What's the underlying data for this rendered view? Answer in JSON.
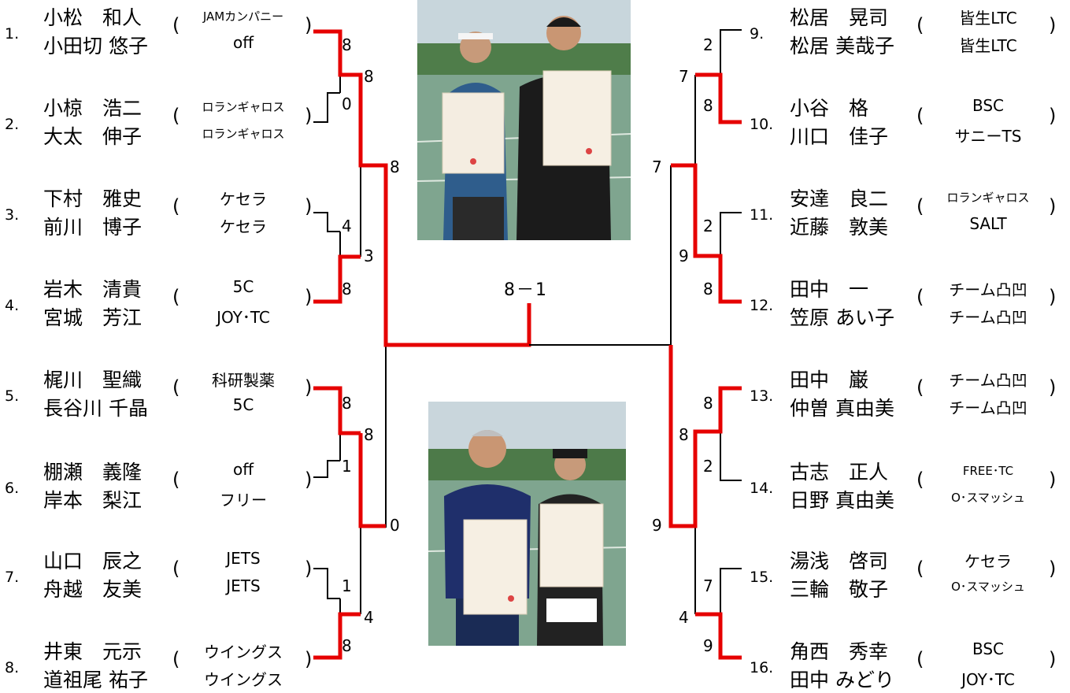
{
  "colors": {
    "winner_line": "#e60000",
    "line": "#000000"
  },
  "final_score": "8－1",
  "players": [
    {
      "seed": "1.",
      "name1": "小松　和人",
      "name2": "小田切 悠子",
      "club1": "JAMカンパニー",
      "club2": "off"
    },
    {
      "seed": "2.",
      "name1": "小椋　浩二",
      "name2": "大太　伸子",
      "club1": "ロランギャロス",
      "club2": "ロランギャロス"
    },
    {
      "seed": "3.",
      "name1": "下村　雅史",
      "name2": "前川　博子",
      "club1": "ケセラ",
      "club2": "ケセラ"
    },
    {
      "seed": "4.",
      "name1": "岩木　清貴",
      "name2": "宮城　芳江",
      "club1": "5C",
      "club2": "JOY･TC"
    },
    {
      "seed": "5.",
      "name1": "梶川　聖織",
      "name2": "長谷川 千晶",
      "club1": "科研製薬",
      "club2": "5C"
    },
    {
      "seed": "6.",
      "name1": "棚瀬　義隆",
      "name2": "岸本　梨江",
      "club1": "off",
      "club2": "フリー"
    },
    {
      "seed": "7.",
      "name1": "山口　辰之",
      "name2": "舟越　友美",
      "club1": "JETS",
      "club2": "JETS"
    },
    {
      "seed": "8.",
      "name1": "井東　元示",
      "name2": "道祖尾 祐子",
      "club1": "ウイングス",
      "club2": "ウイングス"
    },
    {
      "seed": "9.",
      "name1": "松居　晃司",
      "name2": "松居 美哉子",
      "club1": "皆生LTC",
      "club2": "皆生LTC"
    },
    {
      "seed": "10.",
      "name1": "小谷　格",
      "name2": "川口　佳子",
      "club1": "BSC",
      "club2": "サニーTS"
    },
    {
      "seed": "11.",
      "name1": "安達　良二",
      "name2": "近藤　敦美",
      "club1": "ロランギャロス",
      "club2": "SALT"
    },
    {
      "seed": "12.",
      "name1": "田中　一",
      "name2": "笠原 あい子",
      "club1": "チーム凸凹",
      "club2": "チーム凸凹"
    },
    {
      "seed": "13.",
      "name1": "田中　巌",
      "name2": "仲曽 真由美",
      "club1": "チーム凸凹",
      "club2": "チーム凸凹"
    },
    {
      "seed": "14.",
      "name1": "古志　正人",
      "name2": "日野 真由美",
      "club1": "FREE･TC",
      "club2": "O･スマッシュ"
    },
    {
      "seed": "15.",
      "name1": "湯浅　啓司",
      "name2": "三輪　敬子",
      "club1": "ケセラ",
      "club2": "O･スマッシュ"
    },
    {
      "seed": "16.",
      "name1": "角西　秀幸",
      "name2": "田中 みどり",
      "club1": "BSC",
      "club2": "JOY･TC"
    }
  ],
  "scores": {
    "r1_left": [
      "8",
      "0",
      "4",
      "8",
      "8",
      "1",
      "1",
      "8"
    ],
    "r2_left": [
      "8",
      "3",
      "8",
      "4"
    ],
    "r3_left": [
      "8",
      "0"
    ],
    "r1_right": [
      "2",
      "8",
      "2",
      "8",
      "8",
      "2",
      "7",
      "9"
    ],
    "r2_right": [
      "7",
      "9",
      "8",
      "4"
    ],
    "r3_right": [
      "7",
      "9"
    ]
  },
  "photos": [
    {
      "name": "winners-photo"
    },
    {
      "name": "runners-up-photo"
    }
  ]
}
